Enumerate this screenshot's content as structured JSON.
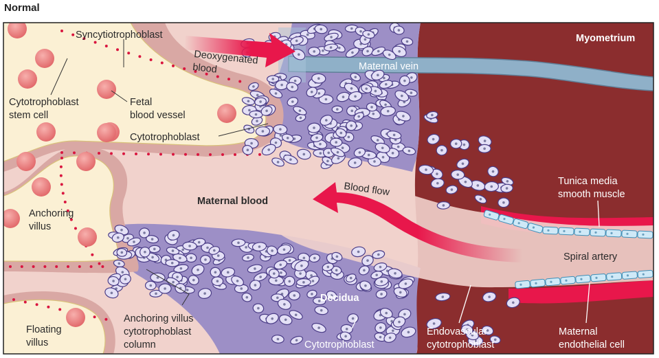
{
  "title": "Normal",
  "labels": {
    "syncytiotrophoblast": "Syncytiotrophoblast",
    "deoxygenated_1": "Deoxygenated",
    "deoxygenated_2": "blood",
    "maternal_vein": "Maternal vein",
    "myometrium": "Myometrium",
    "cyto_stem_1": "Cytotrophoblast",
    "cyto_stem_2": "stem cell",
    "fetal_vessel_1": "Fetal",
    "fetal_vessel_2": "blood vessel",
    "cytotrophoblast_top": "Cytotrophoblast",
    "tunica_1": "Tunica media",
    "tunica_2": "smooth muscle",
    "blood_flow": "Blood flow",
    "maternal_blood": "Maternal blood",
    "anchoring_villus_1": "Anchoring",
    "anchoring_villus_2": "villus",
    "spiral_artery": "Spiral artery",
    "decidua": "Decidua",
    "floating_villus_1": "Floating",
    "floating_villus_2": "villus",
    "column_1": "Anchoring villus",
    "column_2": "cytotrophoblast",
    "column_3": "column",
    "cytotrophoblast_bottom": "Cytotrophoblast",
    "endovascular_1": "Endovascular",
    "endovascular_2": "cytotrophoblast",
    "endothelial_1": "Maternal",
    "endothelial_2": "endothelial cell"
  },
  "colors": {
    "maternal_blood": "#f1d2cc",
    "villus_core": "#fbf0d4",
    "syncytium": "#d9a8a4",
    "myometrium": "#8b2d2e",
    "decidua": "#9d8fc6",
    "cell_fill": "#e4e0f6",
    "cell_stroke": "#4a3c86",
    "artery_red": "#e8174b",
    "vein_blue": "#8fb0c8",
    "endothelial": "#cfe9f7",
    "fetal_vessel": "#ea7d7d"
  }
}
